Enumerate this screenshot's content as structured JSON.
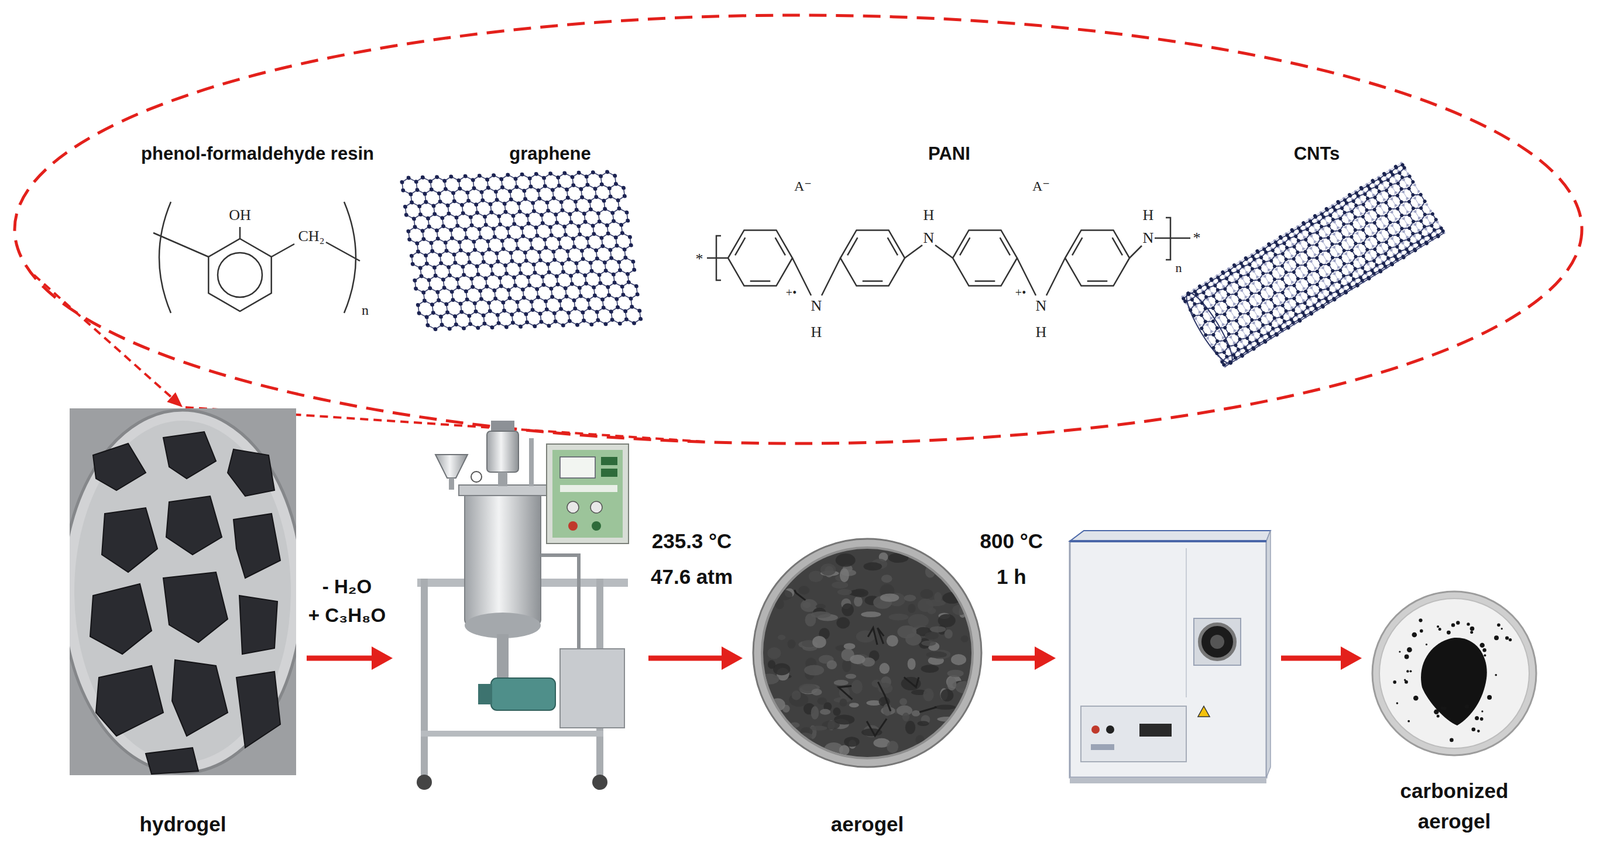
{
  "diagram": {
    "nodes": [
      {
        "text": [
          "phenol-formaldehyde resin"
        ]
      },
      {
        "text": [
          "graphene"
        ]
      },
      {
        "text": [
          "PANI"
        ]
      },
      {
        "text": [
          "CNTs"
        ]
      },
      {
        "text": [
          "hydrogel"
        ]
      },
      {
        "text": [
          "235.3 °C",
          "47.6 atm"
        ]
      },
      {
        "text": [
          "aerogel"
        ]
      },
      {
        "text": [
          "800 °C",
          "1 h"
        ]
      },
      {
        "text": [
          "carbonized aerogel"
        ]
      }
    ],
    "edges": [
      {
        "from": 4,
        "to": 5,
        "arrow": "to"
      },
      {
        "from": 5,
        "to": 6,
        "arrow": "to"
      },
      {
        "from": 6,
        "to": 7,
        "arrow": "to"
      },
      {
        "from": 7,
        "to": 8,
        "arrow": "to"
      }
    ],
    "labels": [
      "OH",
      "CH₂",
      "n",
      "*",
      "A⁻",
      "+•",
      "N",
      "H",
      "H",
      "N",
      "A⁻",
      "+•",
      "N",
      "H",
      "H",
      "N",
      "n",
      "*",
      "- H₂O",
      "+ C₃H₈O"
    ]
  }
}
